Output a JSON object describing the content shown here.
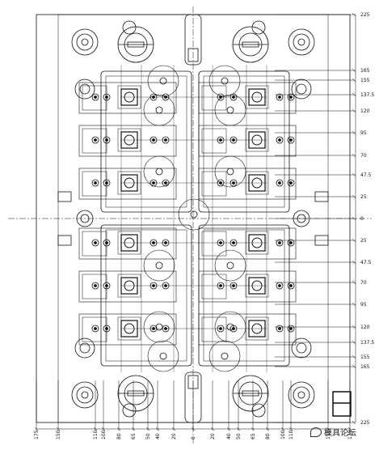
{
  "right_labels": [
    "225",
    "165",
    "155",
    "137.5",
    "120",
    "95",
    "70",
    "47.5",
    "25",
    "0",
    "25",
    "47.5",
    "70",
    "95",
    "120",
    "137.5",
    "155",
    "165",
    "225"
  ],
  "bottom_labels": [
    "175",
    "150",
    "110",
    "100",
    "80",
    "65",
    "50",
    "40",
    "20",
    "0",
    "20",
    "40",
    "50",
    "65",
    "80",
    "100",
    "110",
    "150",
    "175"
  ],
  "watermark": {
    "text": "模具论坛"
  }
}
